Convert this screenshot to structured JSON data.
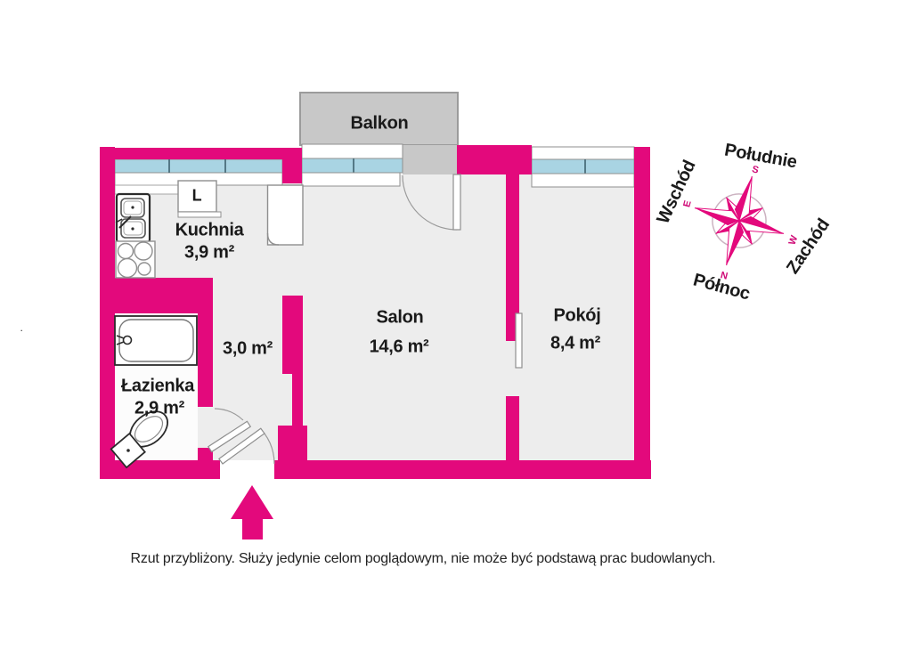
{
  "floorplan": {
    "balcony_label": "Balkon",
    "fridge_label": "L",
    "rooms": [
      {
        "name": "Kuchnia",
        "area": "3,9 m²"
      },
      {
        "name": "Salon",
        "area": "14,6 m²"
      },
      {
        "name": "Pokój",
        "area": "8,4 m²"
      },
      {
        "name": "Łazienka",
        "area": "2,9 m²"
      },
      {
        "name": "",
        "area": "3,0 m²"
      }
    ],
    "stray_mark": "."
  },
  "compass": {
    "south_word": "Południe",
    "east_word": "Wschód",
    "west_word": "Zachód",
    "north_word": "Północ",
    "s_letter": "S",
    "e_letter": "E",
    "w_letter": "W",
    "n_letter": "N"
  },
  "disclaimer": "Rzut przybliżony. Służy jedynie celom poglądowym, nie może być podstawą prac budowlanych.",
  "colors": {
    "wall_pink": "#e3097c",
    "window_blue": "#a9d4e3",
    "balcony_gray": "#c8c8c8",
    "floor_gray": "#ededed",
    "bathroom_white": "#fcfcfc"
  }
}
